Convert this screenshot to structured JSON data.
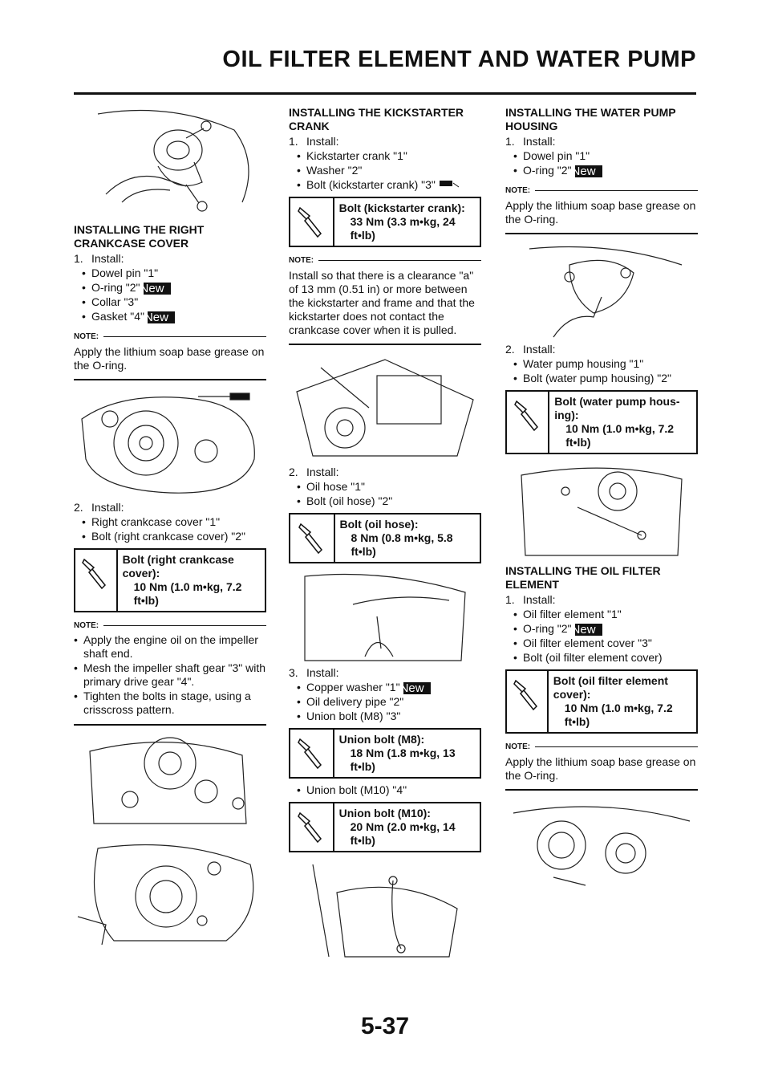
{
  "page": {
    "title": "OIL FILTER ELEMENT AND WATER PUMP",
    "number": "5-37"
  },
  "badge": "New",
  "col1": {
    "sec1": {
      "heading": "INSTALLING THE RIGHT CRANKCASE COVER",
      "step1": {
        "num": "1.",
        "label": "Install:"
      },
      "items": [
        "Dowel pin \"1\"",
        "O-ring \"2\"",
        "Collar \"3\"",
        "Gasket \"4\""
      ],
      "note_label": "NOTE:",
      "note": "Apply the lithium soap base grease on the O-ring."
    },
    "step2": {
      "num": "2.",
      "label": "Install:",
      "items": [
        "Right crankcase cover \"1\"",
        "Bolt (right crankcase cover) \"2\""
      ],
      "spec_title": "Bolt (right crankcase cover):",
      "spec_value": "10 Nm (1.0 m•kg, 7.2 ft•lb)",
      "note_label": "NOTE:",
      "notes": [
        "Apply the engine oil on the impeller shaft end.",
        "Mesh the impeller shaft gear \"3\" with primary drive gear \"4\".",
        "Tighten the bolts in stage, using a crisscross pattern."
      ]
    }
  },
  "col2": {
    "sec": {
      "heading": "INSTALLING THE KICKSTARTER CRANK",
      "step1": {
        "num": "1.",
        "label": "Install:"
      },
      "items": [
        "Kickstarter crank \"1\"",
        "Washer \"2\"",
        "Bolt (kickstarter crank) \"3\""
      ],
      "spec_title": "Bolt (kickstarter crank):",
      "spec_value": "33 Nm (3.3 m•kg, 24 ft•lb)",
      "note_label": "NOTE:",
      "note": "Install so that there is a clearance \"a\" of 13 mm (0.51 in) or more between the kickstarter and frame and that the kickstarter does not contact the crankcase cover when it is pulled."
    },
    "step2": {
      "num": "2.",
      "label": "Install:",
      "items": [
        "Oil hose \"1\"",
        "Bolt (oil hose) \"2\""
      ],
      "spec_title": "Bolt (oil hose):",
      "spec_value": "8 Nm (0.8 m•kg, 5.8 ft•lb)"
    },
    "step3": {
      "num": "3.",
      "label": "Install:",
      "items": [
        "Copper washer \"1\"",
        "Oil delivery pipe \"2\"",
        "Union bolt (M8) \"3\""
      ],
      "spec1_title": "Union bolt (M8):",
      "spec1_value": "18 Nm (1.8 m•kg, 13 ft•lb)",
      "item4": "Union bolt (M10) \"4\"",
      "spec2_title": "Union bolt (M10):",
      "spec2_value": "20 Nm (2.0 m•kg, 14 ft•lb)"
    }
  },
  "col3": {
    "sec1": {
      "heading": "INSTALLING THE WATER PUMP HOUSING",
      "step1": {
        "num": "1.",
        "label": "Install:"
      },
      "items": [
        "Dowel pin \"1\"",
        "O-ring \"2\""
      ],
      "note_label": "NOTE:",
      "note": "Apply the lithium soap base grease on the O-ring."
    },
    "step2": {
      "num": "2.",
      "label": "Install:",
      "items": [
        "Water pump housing \"1\"",
        "Bolt (water pump housing) \"2\""
      ],
      "spec_title": "Bolt (water pump hous-ing):",
      "spec_value": "10 Nm (1.0 m•kg, 7.2 ft•lb)"
    },
    "sec2": {
      "heading": "INSTALLING THE OIL FILTER ELEMENT",
      "step1": {
        "num": "1.",
        "label": "Install:"
      },
      "items": [
        "Oil filter element \"1\"",
        "O-ring \"2\"",
        "Oil filter element cover \"3\"",
        "Bolt (oil filter element cover)"
      ],
      "spec_title": "Bolt (oil filter element cover):",
      "spec_value": "10 Nm (1.0 m•kg, 7.2 ft•lb)",
      "note_label": "NOTE:",
      "note": "Apply the lithium soap base grease on the O-ring."
    }
  }
}
